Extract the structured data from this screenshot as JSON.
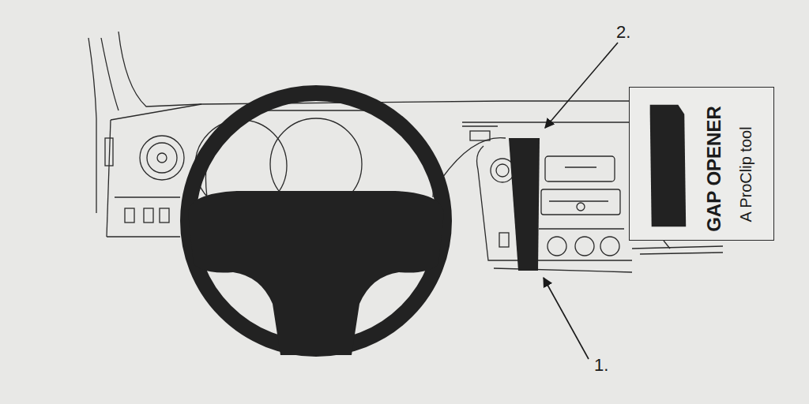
{
  "diagram": {
    "nodes": [
      {
        "text": [
          "GAP OPENER",
          "A ProClip tool"
        ]
      }
    ],
    "labels": [
      "1.",
      "2."
    ]
  }
}
